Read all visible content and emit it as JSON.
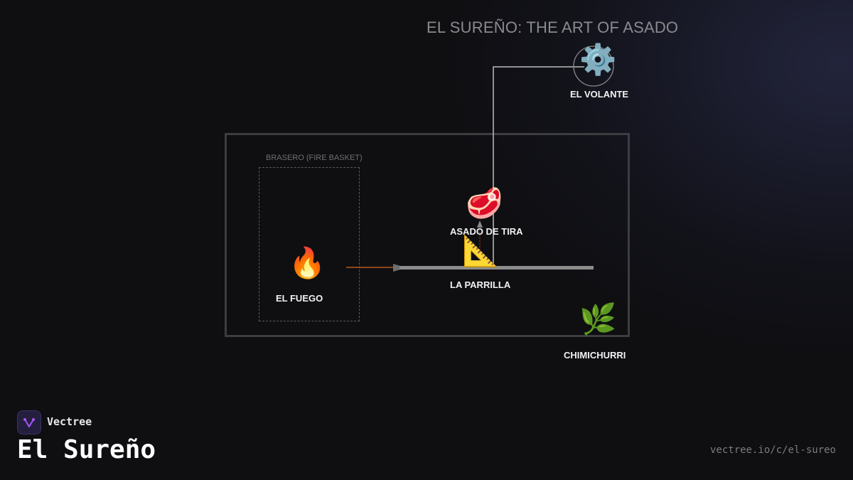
{
  "title": "EL SUREÑO: THE ART OF ASADO",
  "basket_label": "BRASERO (FIRE BASKET)",
  "nodes": {
    "fuego": {
      "label": "EL FUEGO",
      "icon": "🔥",
      "icon_name": "fire-icon"
    },
    "parrilla": {
      "label": "LA PARRILLA",
      "icon": "📐",
      "icon_name": "triangular-ruler-icon"
    },
    "asado": {
      "label": "ASADO DE TIRA",
      "icon": "🥩",
      "icon_name": "meat-icon"
    },
    "volante": {
      "label": "EL VOLANTE",
      "icon": "⚙️",
      "icon_name": "gear-icon"
    },
    "chimichurri": {
      "label": "CHIMICHURRI",
      "icon": "🌿",
      "icon_name": "herb-icon"
    }
  },
  "colors": {
    "heat_wire": "#b8581a",
    "grill_bar": "#8c8c8c",
    "connector": "#bdbdbd",
    "lift_link": "#c0392b",
    "logo_accent": "#a855f7"
  },
  "footer": {
    "brand_name": "Vectree",
    "project_title": "El Sureño",
    "url": "vectree.io/c/el-sureo"
  }
}
